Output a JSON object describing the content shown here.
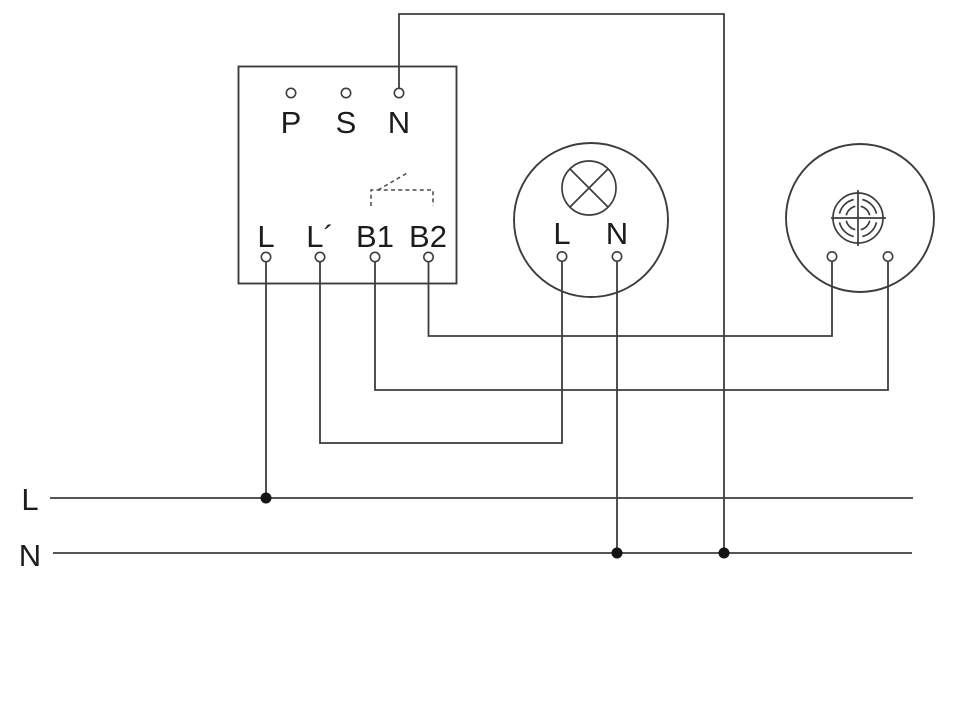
{
  "colors": {
    "background": "#ffffff",
    "wire": "#3d3d3d",
    "text": "#1c1c1c",
    "junction": "#141414"
  },
  "controller": {
    "top_terminals": [
      "P",
      "S",
      "N"
    ],
    "bottom_terminals": [
      "L",
      "L´",
      "B1",
      "B2"
    ]
  },
  "lamp": {
    "terminals": [
      "L",
      "N"
    ]
  },
  "supply": {
    "live_label": "L",
    "neutral_label": "N"
  }
}
